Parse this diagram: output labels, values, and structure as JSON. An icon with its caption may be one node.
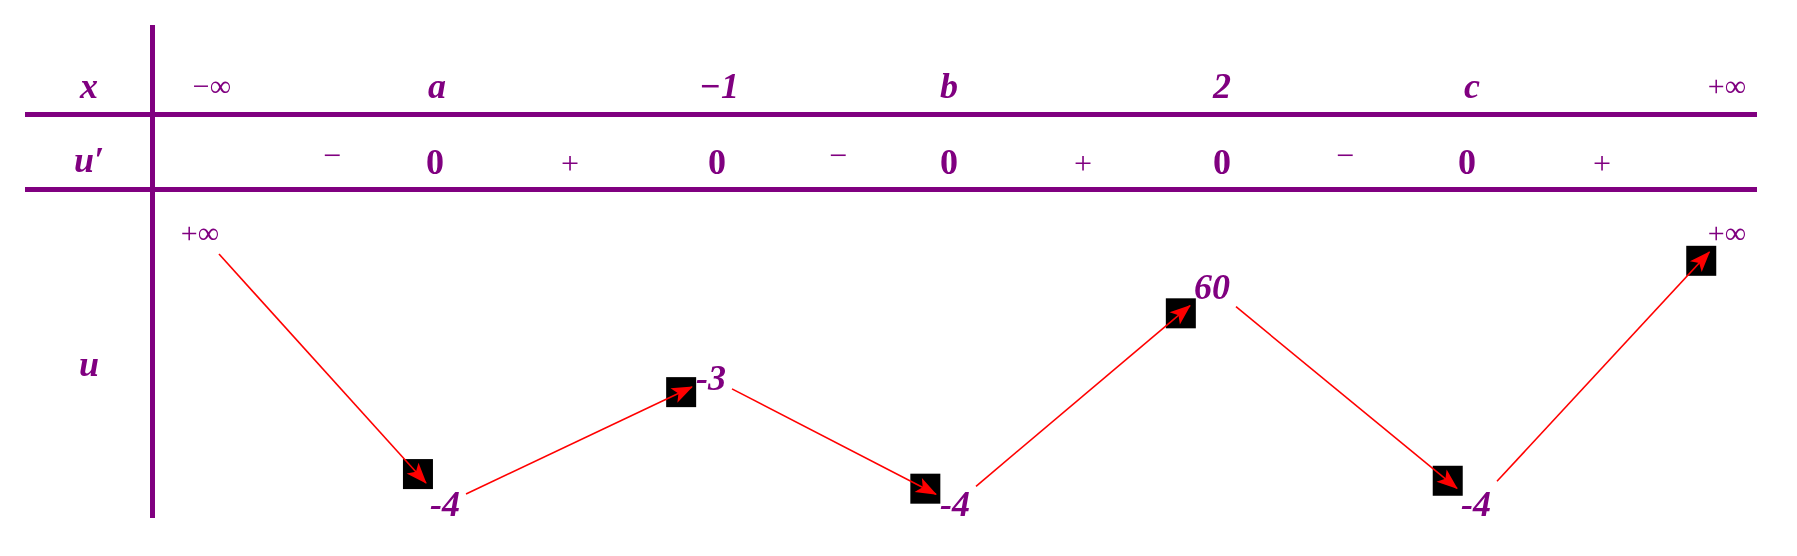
{
  "diagram": {
    "nodes": [
      {
        "text": [
          "+∞"
        ]
      },
      {
        "text": [
          "-4"
        ]
      },
      {
        "text": [
          "-3"
        ]
      },
      {
        "text": [
          "-4"
        ]
      },
      {
        "text": [
          "60"
        ]
      },
      {
        "text": [
          "-4"
        ]
      },
      {
        "text": [
          "+∞"
        ]
      }
    ],
    "edges": [
      {
        "from": 0,
        "to": 1,
        "arrow": "to"
      },
      {
        "from": 1,
        "to": 2,
        "arrow": "to"
      },
      {
        "from": 2,
        "to": 3,
        "arrow": "to"
      },
      {
        "from": 3,
        "to": 4,
        "arrow": "to"
      },
      {
        "from": 4,
        "to": 5,
        "arrow": "to"
      },
      {
        "from": 5,
        "to": 6,
        "arrow": "to"
      }
    ],
    "labels": [
      "x",
      "−∞",
      "a",
      "−1",
      "b",
      "2",
      "c",
      "+∞",
      "u′",
      "−",
      "0",
      "+",
      "0",
      "−",
      "0",
      "+",
      "0",
      "−",
      "0",
      "+",
      "u"
    ]
  }
}
